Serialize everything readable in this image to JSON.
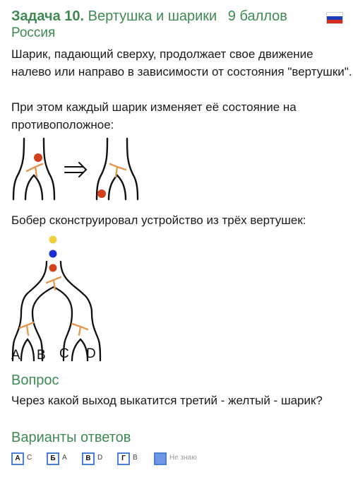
{
  "header": {
    "task_num": "Задача 10.",
    "task_name": "Вертушка и шарики",
    "points": "9 баллов",
    "country": "Россия",
    "flag_colors": [
      "#ffffff",
      "#1c3fb7",
      "#d52b1e"
    ]
  },
  "body": {
    "p1": "Шарик, падающий сверху, продолжает свое движение налево или направо в зависимости от состояния \"вертушки\".",
    "p2": "При этом каждый шарик изменяет её состояние на противоположное:",
    "p3": "Бобер сконструировал устройство из трёх вертушек:"
  },
  "diagram_device": {
    "outputs": [
      "A",
      "B",
      "C",
      "D"
    ],
    "ball_colors": [
      "#f0d040",
      "#1a2fd0",
      "#d2401c"
    ]
  },
  "question": {
    "heading": "Вопрос",
    "text": "Через какой выход выкатится третий - желтый - шарик?"
  },
  "answers": {
    "heading": "Варианты ответов",
    "options": [
      {
        "key": "А",
        "label": "C"
      },
      {
        "key": "Б",
        "label": "A"
      },
      {
        "key": "В",
        "label": "D"
      },
      {
        "key": "Г",
        "label": "B"
      }
    ],
    "dontknow": "Не знаю"
  },
  "colors": {
    "heading_green": "#3f8a52",
    "spinner_orange": "#e49850",
    "ball_red": "#d2401c",
    "answer_blue": "#4a7fd1"
  }
}
